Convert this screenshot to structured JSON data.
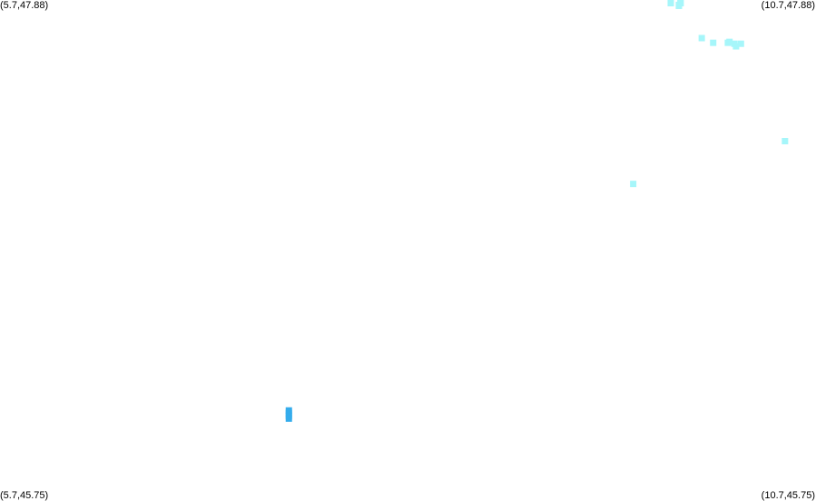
{
  "extent": {
    "lon_min": 5.7,
    "lon_max": 10.7,
    "lat_min": 45.75,
    "lat_max": 47.88
  },
  "corners": {
    "top_left": "(5.7,47.88)",
    "top_right": "(10.7,47.88)",
    "bottom_left": "(5.7,45.75)",
    "bottom_right": "(10.7,45.75)"
  },
  "colors": {
    "background": "#ffffff",
    "light_cyan": "#a6f6fa",
    "medium_blue": "#34acec"
  },
  "points": [
    {
      "lon": 9.81,
      "lat": 47.877,
      "color": "light_cyan"
    },
    {
      "lon": 9.87,
      "lat": 47.877,
      "color": "light_cyan"
    },
    {
      "lon": 9.87,
      "lat": 47.867,
      "color": "light_cyan"
    },
    {
      "lon": 9.86,
      "lat": 47.859,
      "color": "light_cyan"
    },
    {
      "lon": 9.86,
      "lat": 47.855,
      "color": "light_cyan"
    },
    {
      "lon": 10.0,
      "lat": 47.718,
      "color": "light_cyan"
    },
    {
      "lon": 10.07,
      "lat": 47.698,
      "color": "light_cyan"
    },
    {
      "lon": 10.16,
      "lat": 47.698,
      "color": "light_cyan"
    },
    {
      "lon": 10.17,
      "lat": 47.702,
      "color": "light_cyan"
    },
    {
      "lon": 10.2,
      "lat": 47.694,
      "color": "light_cyan"
    },
    {
      "lon": 10.24,
      "lat": 47.694,
      "color": "light_cyan"
    },
    {
      "lon": 10.21,
      "lat": 47.683,
      "color": "light_cyan"
    },
    {
      "lon": 10.51,
      "lat": 47.28,
      "color": "light_cyan"
    },
    {
      "lon": 9.58,
      "lat": 47.098,
      "color": "light_cyan"
    },
    {
      "lon": 7.47,
      "lat": 46.135,
      "color": "medium_blue"
    },
    {
      "lon": 7.47,
      "lat": 46.124,
      "color": "medium_blue"
    },
    {
      "lon": 7.47,
      "lat": 46.112,
      "color": "medium_blue"
    },
    {
      "lon": 7.47,
      "lat": 46.1,
      "color": "medium_blue"
    }
  ]
}
